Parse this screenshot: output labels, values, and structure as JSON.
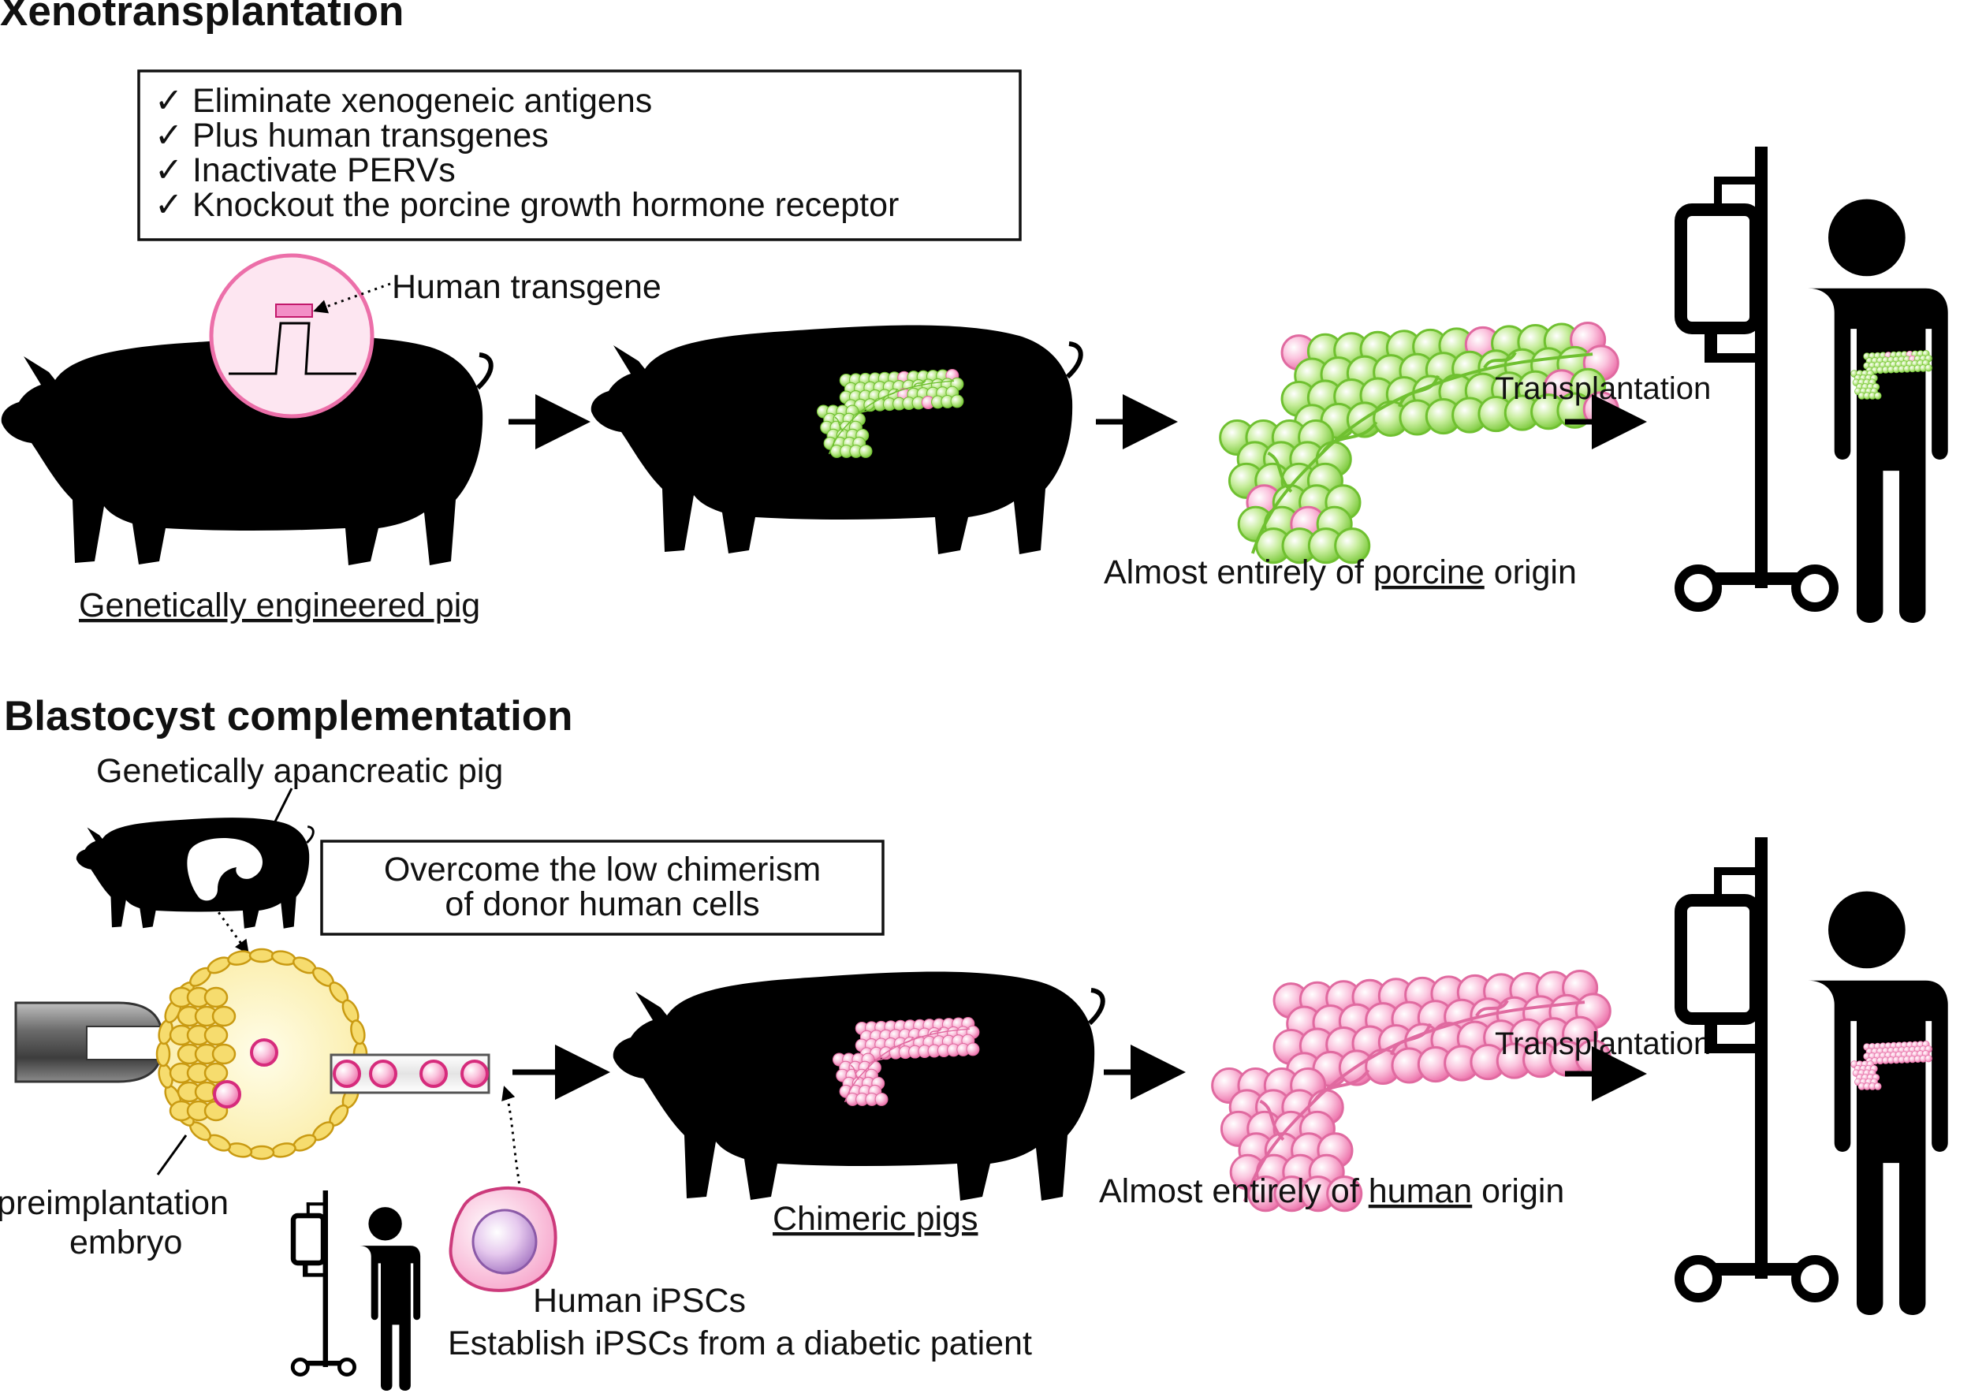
{
  "sections": {
    "xeno": {
      "title": "Xenotransplantation",
      "checklist": [
        "✓ Eliminate xenogeneic antigens",
        "✓ Plus human transgenes",
        "✓ Inactivate PERVs",
        "✓ Knockout the porcine growth hormone receptor"
      ],
      "transgene_label": "Human transgene",
      "pig_label": "Genetically engineered pig",
      "origin_prefix": "Almost entirely of ",
      "origin_word": "porcine",
      "origin_suffix": " origin",
      "transplant_label": "Transplantation"
    },
    "blasto": {
      "title": "Blastocyst complementation",
      "apancreatic_label": "Genetically apancreatic pig",
      "chimerism_line1": "Overcome the low chimerism",
      "chimerism_line2": "of donor human cells",
      "embryo_line1": "preimplantation",
      "embryo_line2": "embryo",
      "chimeric_label": "Chimeric pigs",
      "origin_prefix": "Almost entirely of ",
      "origin_word": "human",
      "origin_suffix": " origin",
      "transplant_label": "Transplantation",
      "ipsc_line1": "Human iPSCs",
      "ipsc_line2": "Establish iPSCs from a diabetic patient"
    }
  },
  "colors": {
    "silhouette": "#000000",
    "porcine_cell": "#8fd34a",
    "human_cell": "#f58fbf",
    "embryo_fill": "#fdf6c8",
    "embryo_rim": "#f0c93c",
    "transgene_bg": "#fde6f1"
  },
  "icons": [
    "pig-silhouette",
    "pancreas",
    "iv-stand",
    "person",
    "micropipette",
    "blastocyst",
    "ipsc-cell"
  ]
}
